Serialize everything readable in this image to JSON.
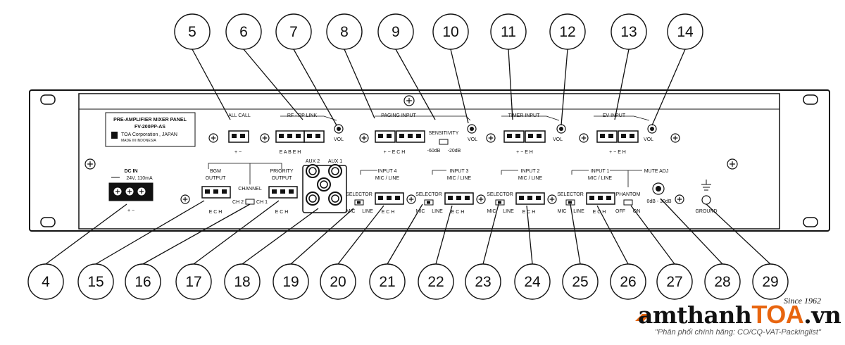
{
  "panel": {
    "name_line1": "PRE-AMPLIFIER MIXER PANEL",
    "name_line2": "FV-200PP-AS",
    "maker": "TOA Corporation",
    "maker_country": ", JAPAN",
    "made_in": "MADE IN INDONESIA"
  },
  "top_sections": {
    "all_call": "ALL CALL",
    "rf_pp_link": "RF - PP LINK",
    "paging_input": "PAGING INPUT",
    "timer_input": "TIMER INPUT",
    "ev_input": "EV INPUT",
    "sensitivity": "SENSITIVITY",
    "sens_low": "-60dB",
    "sens_high": "-20dB",
    "vol": "VOL",
    "plus_minus": "+ −",
    "eabeh": "E A B E H",
    "pm_ech": "+ −   E C H",
    "pm_eh": "+ −   E H"
  },
  "bottom_sections": {
    "dc_in": "DC IN",
    "dc_spec": "24V, 110mA",
    "dc_pm": "+  −",
    "bgm_output_1": "BGM",
    "bgm_output_2": "OUTPUT",
    "channel": "CHANNEL",
    "ch2": "CH 2",
    "ch1": "CH 1",
    "priority_1": "PRIORITY",
    "priority_2": "OUTPUT",
    "aux2": "AUX 2",
    "aux1": "AUX 1",
    "input4": "INPUT 4",
    "input3": "INPUT 3",
    "input2": "INPUT 2",
    "input1": "INPUT 1",
    "mic_line": "MIC / LINE",
    "selector": "SELECTOR",
    "mic": "MIC",
    "line": "LINE",
    "ech": "E C H",
    "mute_adj": "MUTE ADJ",
    "phantom": "PHANTOM",
    "off": "OFF",
    "on": "ON",
    "mute_range": "0dB - 30dB",
    "ground": "GROUND"
  },
  "callouts_top": [
    "5",
    "6",
    "7",
    "8",
    "9",
    "10",
    "11",
    "12",
    "13",
    "14"
  ],
  "callouts_bottom": [
    "4",
    "15",
    "16",
    "17",
    "18",
    "19",
    "20",
    "21",
    "22",
    "23",
    "24",
    "25",
    "26",
    "27",
    "28",
    "29"
  ],
  "watermark": {
    "brand_prefix": "amthanh",
    "brand_toa": "TOA",
    "brand_suffix": ".vn",
    "since": "Since 1962",
    "tagline": "\"Phân phối chính hãng: CO/CQ-VAT-Packinglist\""
  }
}
